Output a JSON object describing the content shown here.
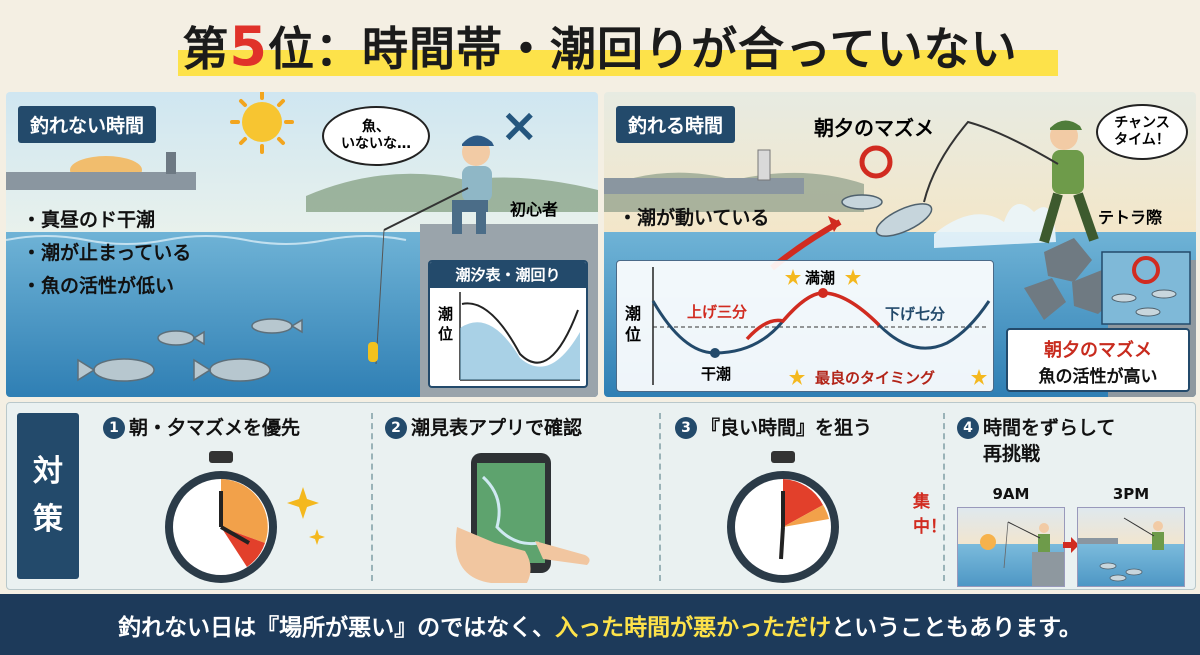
{
  "title": {
    "prefix": "第",
    "number": "5",
    "rest": "位：時間帯・潮回りが合っていない"
  },
  "left_panel": {
    "label": "釣れない時間",
    "mark": "×",
    "bubble": [
      "魚、",
      "いないな…"
    ],
    "person_tag": "初心者",
    "bullets": [
      "・真昼のド干潮",
      "・潮が止まっている",
      "・魚の活性が低い"
    ],
    "tide_box": {
      "title": "潮汐表・潮回り",
      "ylabel": "潮位"
    }
  },
  "right_panel": {
    "label": "釣れる時間",
    "headline": "朝夕のマズメ",
    "bubble": [
      "チャンス",
      "タイム！"
    ],
    "place_tag": "テトラ際",
    "bullet": "・潮が動いている",
    "chart": {
      "ylabel": "潮位",
      "high": "満潮",
      "low": "干潮",
      "rising": "上げ三分",
      "falling": "下げ七分",
      "best": "最良のタイミング"
    },
    "active_box": {
      "line1": "朝夕のマズメ",
      "line2": "魚の活性が高い"
    }
  },
  "countermeasures": {
    "label": [
      "対",
      "策"
    ],
    "steps": [
      {
        "num": "1",
        "title": "朝・夕マズメを優先"
      },
      {
        "num": "2",
        "title": "潮見表アプリで確認"
      },
      {
        "num": "3",
        "title": "『良い時間』を狙う",
        "note": "集中！"
      },
      {
        "num": "4",
        "title": "時間をずらして",
        "title2": "再挑戦",
        "time_a": "9AM",
        "time_b": "3PM"
      }
    ]
  },
  "bottom": {
    "before": "釣れない日は『場所が悪い』のではなく、",
    "highlight": "入った時間が悪かっただけ",
    "after": "ということもあります。"
  },
  "colors": {
    "navy": "#234a6b",
    "red": "#d12b20",
    "yellow": "#fde24a",
    "sea": "#3f8bbd"
  }
}
